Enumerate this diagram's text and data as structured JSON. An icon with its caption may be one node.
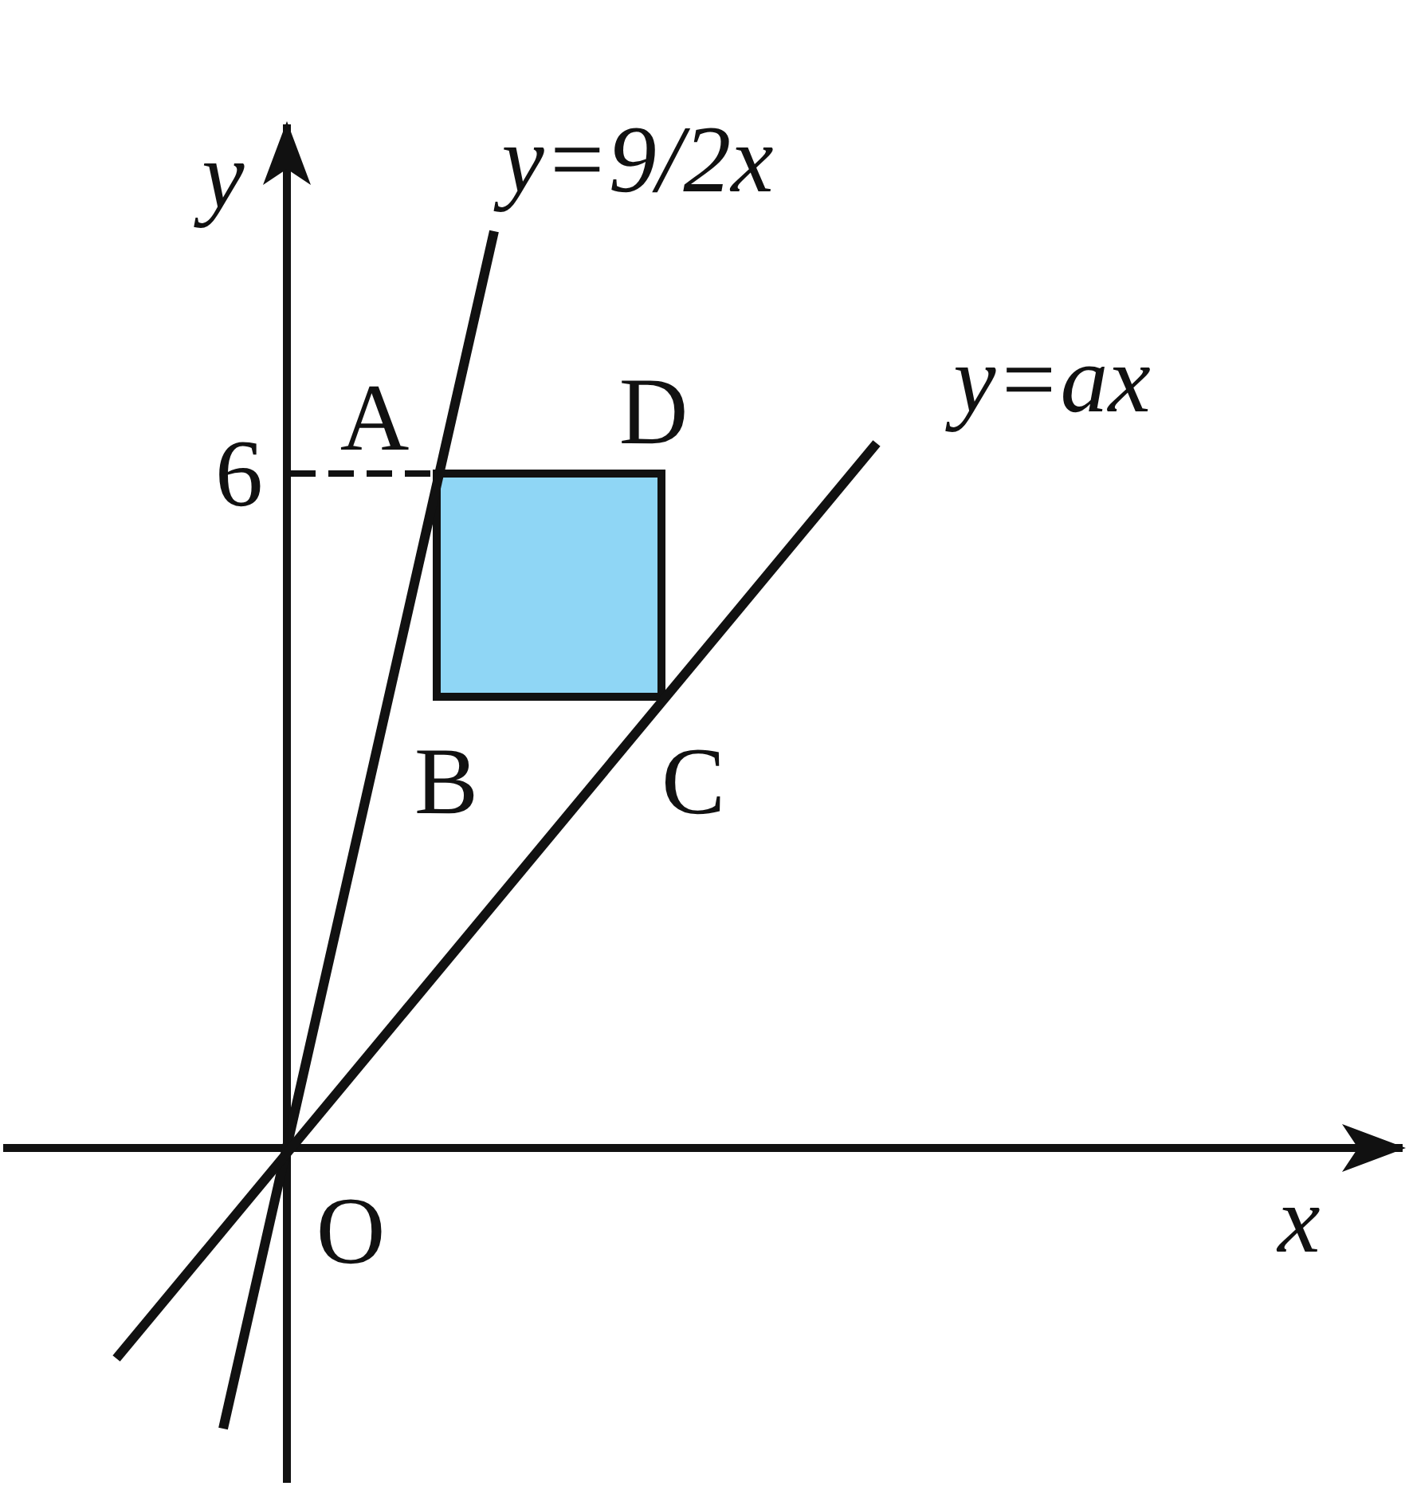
{
  "diagram": {
    "labels": [
      "y",
      "y=9/2x",
      "y=ax",
      "6",
      "A",
      "D",
      "B",
      "C",
      "O",
      "x"
    ]
  }
}
